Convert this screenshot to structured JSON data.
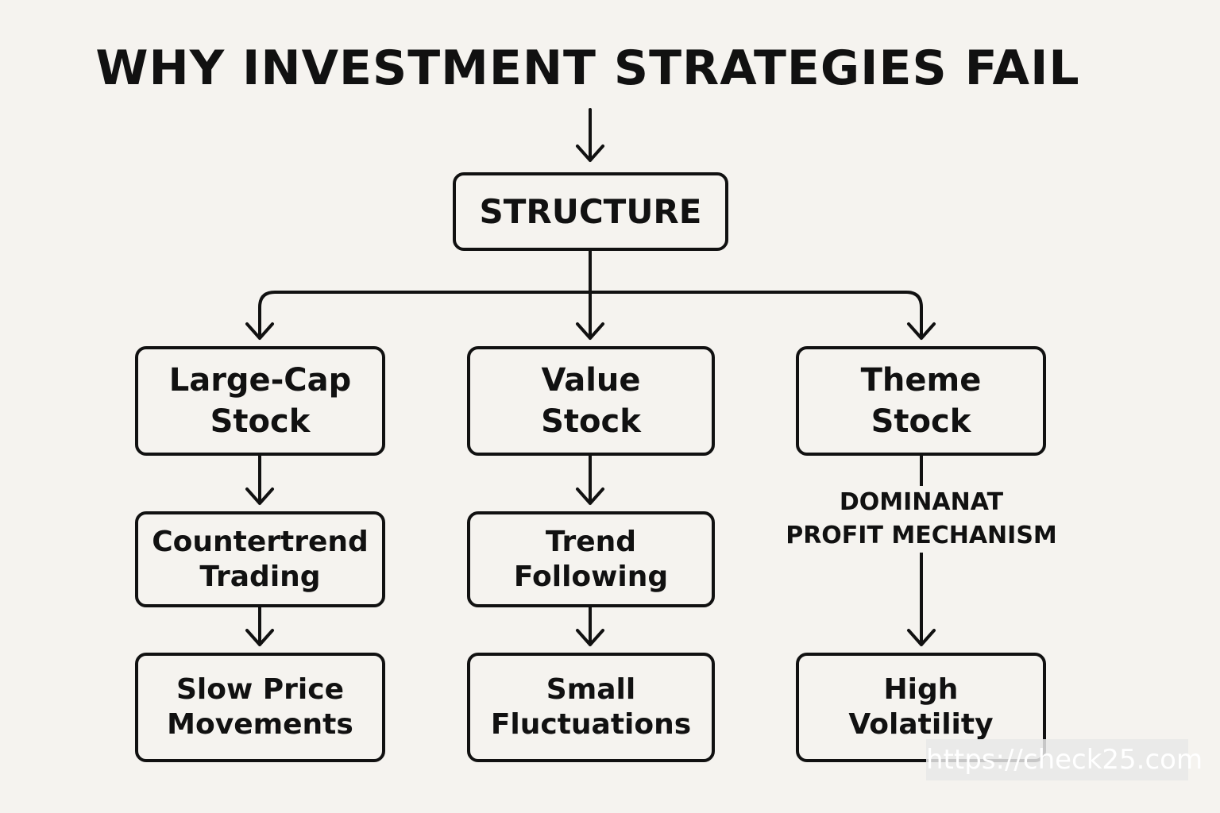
{
  "title": "WHY INVESTMENT STRATEGIES FAIL",
  "nodes": {
    "structure": "STRUCTURE",
    "large_cap": "Large-Cap\nStock",
    "value": "Value\nStock",
    "theme": "Theme\nStock",
    "countertrend": "Countertrend\nTrading",
    "trend_following": "Trend\nFollowing",
    "slow_price": "Slow Price\nMovements",
    "small_fluct": "Small\nFluctuations",
    "high_vol": "High\nVolatility"
  },
  "edge_label": "DOMINANAT\nPROFIT MECHANISM",
  "watermark": "https://check25.com",
  "colors": {
    "background": "#f5f3ef",
    "ink": "#111111"
  }
}
